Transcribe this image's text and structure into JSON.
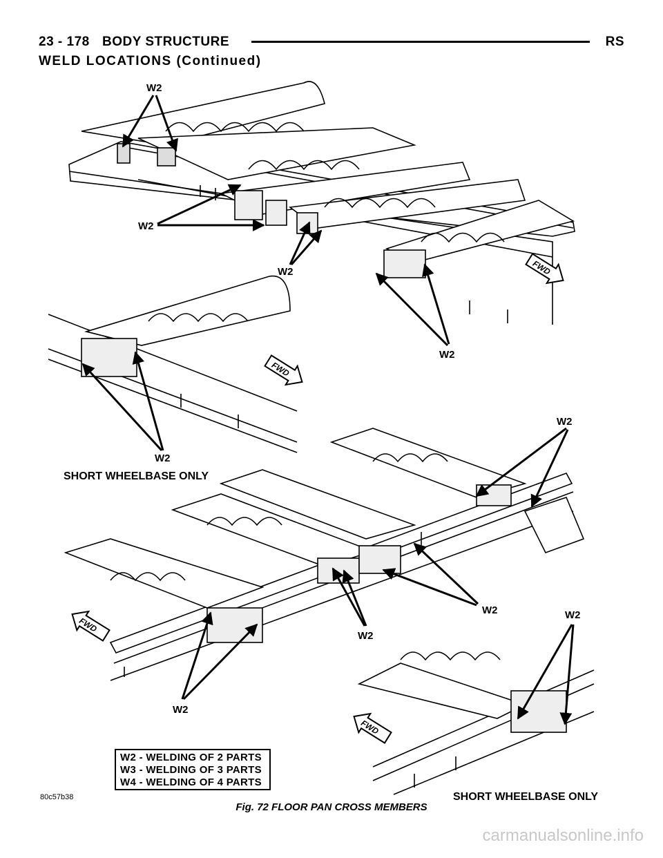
{
  "header": {
    "page_number": "23 - 178",
    "section": "BODY STRUCTURE",
    "model": "RS"
  },
  "section_title": "WELD LOCATIONS (Continued)",
  "figure": {
    "weld_label": "W2",
    "short_wheelbase_label": "SHORT WHEELBASE ONLY",
    "fwd_label": "FWD",
    "reference_code": "80c57b38",
    "caption": "Fig. 72 FLOOR PAN CROSS MEMBERS"
  },
  "legend": {
    "lines": [
      "W2 - WELDING OF 2 PARTS",
      "W3 - WELDING OF 3 PARTS",
      "W4 - WELDING OF 4 PARTS"
    ]
  },
  "watermark": "carmanualsonline.info"
}
